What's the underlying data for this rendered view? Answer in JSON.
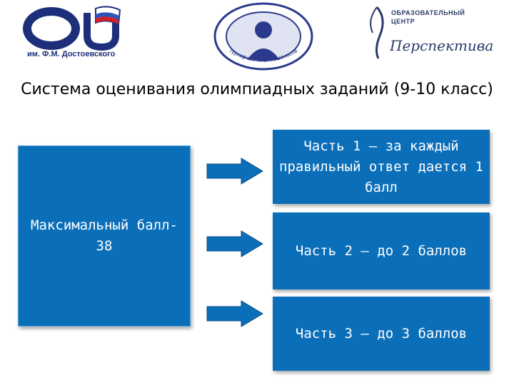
{
  "logos": {
    "omgu_caption": "им. Ф.М. Достоевского",
    "seal_text": "Турнир им. М.В. Ломоносова",
    "center_line1": "ОБРАЗОВАТЕЛЬНЫЙ",
    "center_line2": "ЦЕНТР",
    "center_name": "Перспектива"
  },
  "title": "Система оценивания олимпиадных заданий (9-10 класс)",
  "diagram": {
    "max_score": "Максимальный балл- 38",
    "parts": [
      {
        "text": "Часть 1 – за каждый правильный ответ дается 1 балл"
      },
      {
        "text": "Часть 2 – до 2 баллов"
      },
      {
        "text": "Часть 3 – до 3 баллов"
      }
    ]
  },
  "colors": {
    "box_fill": "#0b6eb8",
    "arrow_fill": "#0b6eb8",
    "logo_blue": "#1d2f7a",
    "logo_red": "#d32027"
  }
}
